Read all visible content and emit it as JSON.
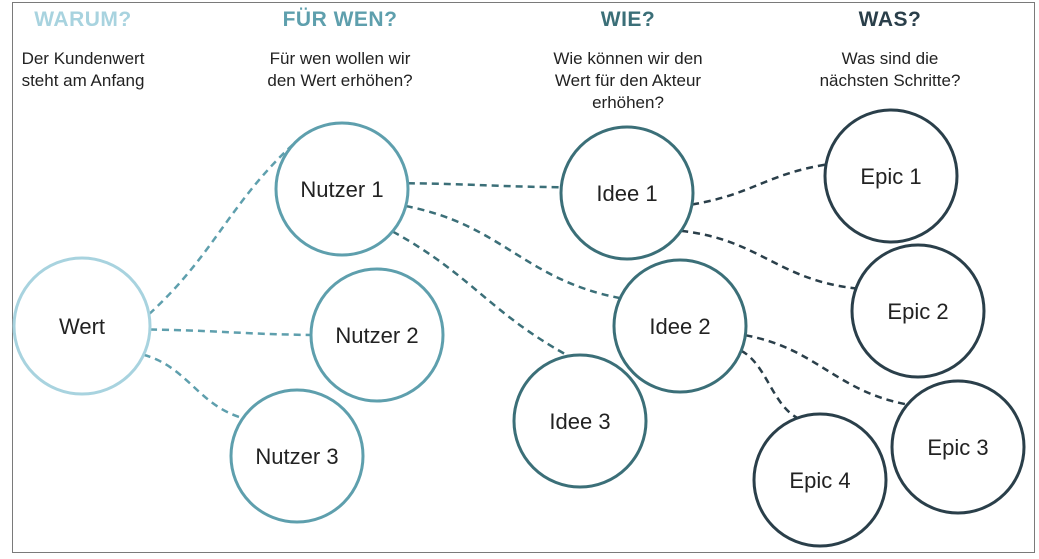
{
  "colors": {
    "light": "#a8d3df",
    "mid": "#5e9fad",
    "dark_teal": "#3b6f78",
    "darkest": "#2a3f4a"
  },
  "columns": [
    {
      "heading": "WARUM?",
      "subtitle_lines": [
        "Der Kundenwert",
        "steht am Anfang"
      ],
      "color": "#a8d3df"
    },
    {
      "heading": "FÜR WEN?",
      "subtitle_lines": [
        "Für wen wollen wir",
        "den Wert erhöhen?"
      ],
      "color": "#5e9fad"
    },
    {
      "heading": "WIE?",
      "subtitle_lines": [
        "Wie können wir den",
        "Wert für den Akteur",
        "erhöhen?"
      ],
      "color": "#3b6f78"
    },
    {
      "heading": "WAS?",
      "subtitle_lines": [
        "Was sind die",
        "nächsten Schritte?"
      ],
      "color": "#2a3f4a"
    }
  ],
  "nodes": [
    {
      "id": "wert",
      "label": "Wert",
      "color": "#a8d3df"
    },
    {
      "id": "nutzer1",
      "label": "Nutzer 1",
      "color": "#5e9fad"
    },
    {
      "id": "nutzer2",
      "label": "Nutzer 2",
      "color": "#5e9fad"
    },
    {
      "id": "nutzer3",
      "label": "Nutzer 3",
      "color": "#5e9fad"
    },
    {
      "id": "idee1",
      "label": "Idee 1",
      "color": "#3b6f78"
    },
    {
      "id": "idee2",
      "label": "Idee 2",
      "color": "#3b6f78"
    },
    {
      "id": "idee3",
      "label": "Idee 3",
      "color": "#3b6f78"
    },
    {
      "id": "epic1",
      "label": "Epic 1",
      "color": "#2a3f4a"
    },
    {
      "id": "epic2",
      "label": "Epic 2",
      "color": "#2a3f4a"
    },
    {
      "id": "epic3",
      "label": "Epic 3",
      "color": "#2a3f4a"
    },
    {
      "id": "epic4",
      "label": "Epic 4",
      "color": "#2a3f4a"
    }
  ],
  "edges": [
    {
      "from": "wert",
      "to": "nutzer1"
    },
    {
      "from": "wert",
      "to": "nutzer2"
    },
    {
      "from": "wert",
      "to": "nutzer3"
    },
    {
      "from": "nutzer1",
      "to": "idee1"
    },
    {
      "from": "nutzer1",
      "to": "idee2"
    },
    {
      "from": "nutzer1",
      "to": "idee3"
    },
    {
      "from": "idee1",
      "to": "epic1"
    },
    {
      "from": "idee1",
      "to": "epic2"
    },
    {
      "from": "idee2",
      "to": "epic3"
    },
    {
      "from": "idee2",
      "to": "epic4"
    }
  ]
}
